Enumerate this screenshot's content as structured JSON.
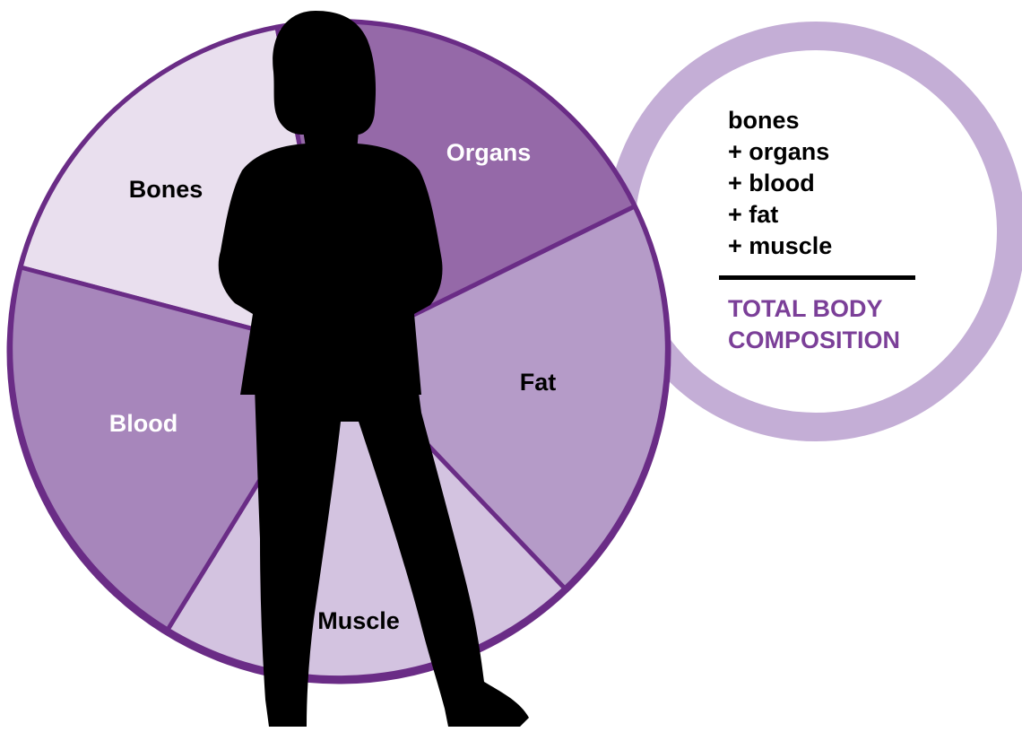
{
  "diagram": {
    "segments": [
      {
        "id": "organs",
        "label": "Organs",
        "fill": "#9569a8",
        "label_color": "#ffffff"
      },
      {
        "id": "fat",
        "label": "Fat",
        "fill": "#b59bc8",
        "label_color": "#000000"
      },
      {
        "id": "muscle",
        "label": "Muscle",
        "fill": "#d3c3e0",
        "label_color": "#000000"
      },
      {
        "id": "blood",
        "label": "Blood",
        "fill": "#a786bb",
        "label_color": "#ffffff"
      },
      {
        "id": "bones",
        "label": "Bones",
        "fill": "#e9dfee",
        "label_color": "#000000"
      }
    ],
    "border_color": "#6a2c86",
    "ring_color": "#c4aed6",
    "equation": {
      "lines": [
        "bones",
        "+ organs",
        "+ blood",
        "+ fat",
        "+ muscle"
      ],
      "total_lines": [
        "TOTAL BODY",
        "COMPOSITION"
      ],
      "total_color": "#7b3f98"
    },
    "figure_icon": "woman-silhouette-icon"
  }
}
